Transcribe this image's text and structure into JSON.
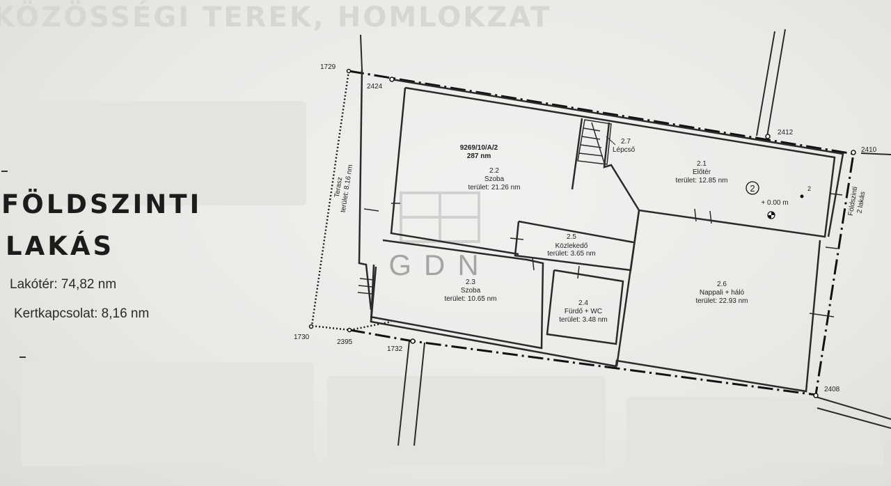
{
  "page": {
    "ghost_title": "KÖZÖSSÉGI TEREK, HOMLOKZAT",
    "heading_line1": "FÖLDSZINTI",
    "heading_line2": "LAKÁS",
    "living_area": "Lakótér: 74,82 nm",
    "garden_area": "Kertkapcsolat: 8,16 nm"
  },
  "plan": {
    "parcel_id": "9269/10/A/2",
    "parcel_area": "287 nm",
    "points": {
      "p1729": "1729",
      "p2424": "2424",
      "p2412": "2412",
      "p2410": "2410",
      "p1730": "1730",
      "p2395": "2395",
      "p1732": "1732",
      "p2408": "2408"
    },
    "terrace_name": "Terasz",
    "terrace_area": "terület: 8.16 nm",
    "side_label_1": "Földszinti",
    "side_label_2": "2 lakás",
    "unit_marker": "2",
    "level": "+ 0.00 m",
    "small_label": "2",
    "rooms": {
      "r22": {
        "num": "2.2",
        "name": "Szoba",
        "area": "terület: 21.26 nm"
      },
      "r27": {
        "num": "2.7",
        "name": "Lépcső"
      },
      "r21": {
        "num": "2.1",
        "name": "Előtér",
        "area": "terület: 12.85 nm"
      },
      "r25": {
        "num": "2.5",
        "name": "Közlekedő",
        "area": "terület: 3.65 nm"
      },
      "r23": {
        "num": "2.3",
        "name": "Szoba",
        "area": "terület: 10.65 nm"
      },
      "r24": {
        "num": "2.4",
        "name": "Fürdő + WC",
        "area": "terület: 3.48 nm"
      },
      "r26": {
        "num": "2.6",
        "name": "Nappali + háló",
        "area": "terület: 22.93 nm"
      }
    },
    "watermark": "GDN"
  }
}
